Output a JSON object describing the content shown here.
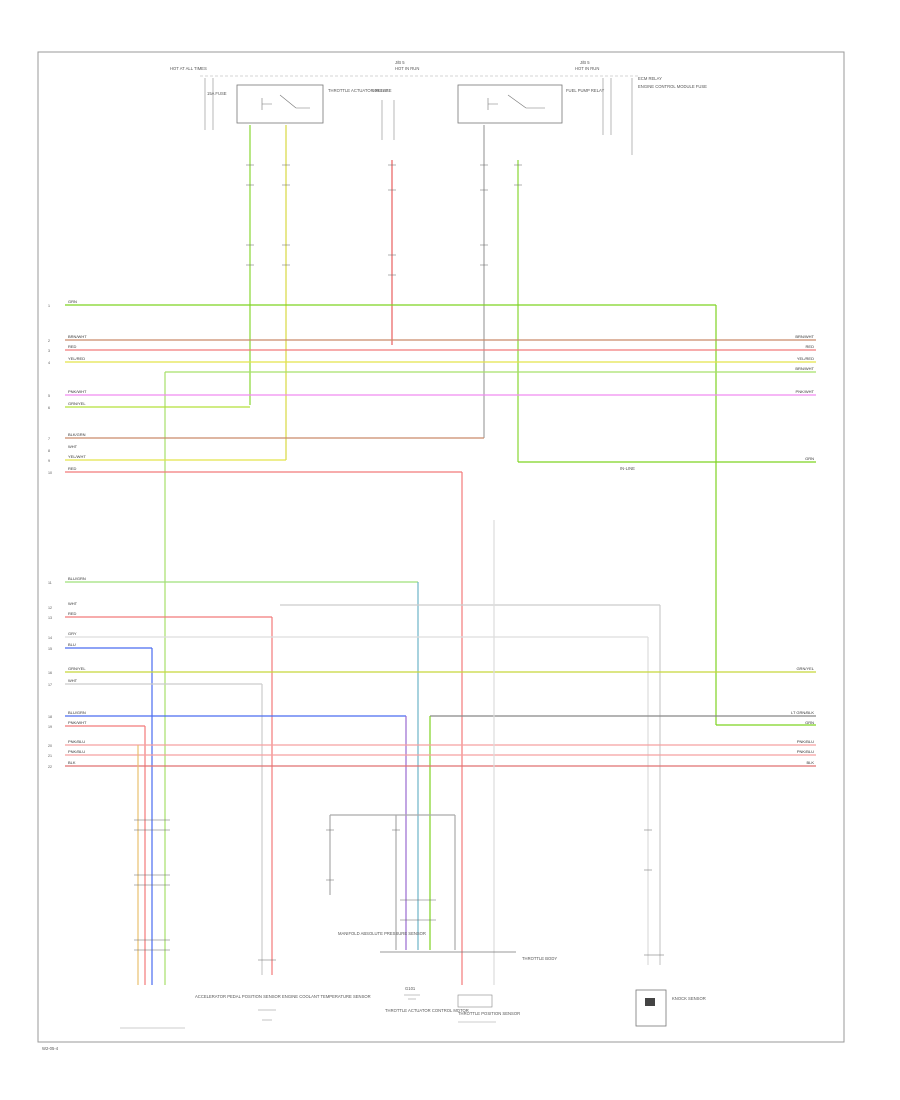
{
  "diagram": {
    "footer_code": "W2-05-4",
    "top_labels": {
      "hot_at_all_times": "HOT AT ALL TIMES",
      "hot_in_run_1": "HOT IN RUN",
      "hot_in_run_2": "HOT IN RUN",
      "junction_box_1": "J/B 5",
      "junction_box_2": "J/B 5",
      "fuse_1": "15A FUSE",
      "fuse_2": "10A FUSE",
      "relay_1": "THROTTLE ACTUATOR RELAY",
      "relay_2": "FUEL PUMP RELAY",
      "relay_3": "ECM RELAY",
      "right_note": "ENGINE CONTROL MODULE FUSE"
    },
    "left_pins": [
      "1",
      "2",
      "3",
      "4",
      "5",
      "6",
      "7",
      "8",
      "9",
      "10",
      "11",
      "12",
      "13",
      "14",
      "15",
      "16",
      "17",
      "18",
      "19",
      "20",
      "21",
      "22"
    ],
    "wire_labels_left": [
      "GRN",
      "BRN/WHT",
      "RED",
      "YEL/RED",
      "PNK/WHT",
      "GRN/YEL",
      "BLK/GRN",
      "WHT",
      "YEL/WHT",
      "RED",
      "BLU/GRN",
      "WHT",
      "RED",
      "GRY",
      "BLU",
      "GRN/YEL",
      "WHT",
      "BLU/GRN",
      "PNK/WHT",
      "PNK/BLU",
      "PNK/BLU",
      "BLK"
    ],
    "wire_labels_right": [
      "BRN/WHT",
      "RED",
      "YEL/RED",
      "BRN/WHT",
      "PNK/WHT",
      "GRN",
      "GRN/YEL",
      "LT GRN/BLK",
      "GRN",
      "PNK/BLU",
      "PNK/BLU",
      "BLK"
    ],
    "components": {
      "accel_pedal": "ACCELERATOR PEDAL POSITION SENSOR",
      "engine_coolant": "ENGINE COOLANT TEMPERATURE SENSOR",
      "throttle_body": "THROTTLE BODY",
      "throttle_motor": "THROTTLE ACTUATOR CONTROL MOTOR",
      "throttle_position": "THROTTLE POSITION SENSOR",
      "knock_sensor": "KNOCK SENSOR",
      "map_sensor": "MANIFOLD ABSOLUTE PRESSURE SENSOR",
      "inline_ref": "IN-LINE",
      "ground_ref": "G101"
    }
  }
}
